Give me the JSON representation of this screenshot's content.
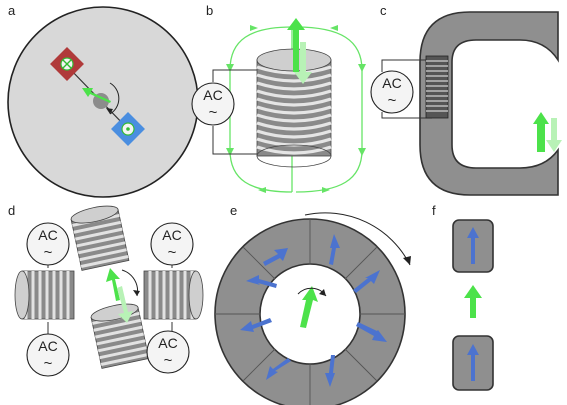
{
  "panels": {
    "a": {
      "label": "a"
    },
    "b": {
      "label": "b",
      "source": {
        "label": "AC",
        "symbol": "~"
      }
    },
    "c": {
      "label": "c",
      "source": {
        "label": "AC",
        "symbol": "~"
      }
    },
    "d": {
      "label": "d",
      "sources": [
        {
          "label": "AC",
          "symbol": "~"
        },
        {
          "label": "AC",
          "symbol": "~"
        },
        {
          "label": "AC",
          "symbol": "~"
        },
        {
          "label": "AC",
          "symbol": "~"
        }
      ]
    },
    "e": {
      "label": "e"
    },
    "f": {
      "label": "f"
    }
  },
  "colors": {
    "field_arrow": "#4ce24a",
    "field_arrow_faded": "#b8f2b6",
    "magnet_arrow": "#4c73cf",
    "coil_red": "#b03a3a",
    "coil_blue": "#4a8ee0",
    "yoke_gray": "#8f8f8f"
  }
}
